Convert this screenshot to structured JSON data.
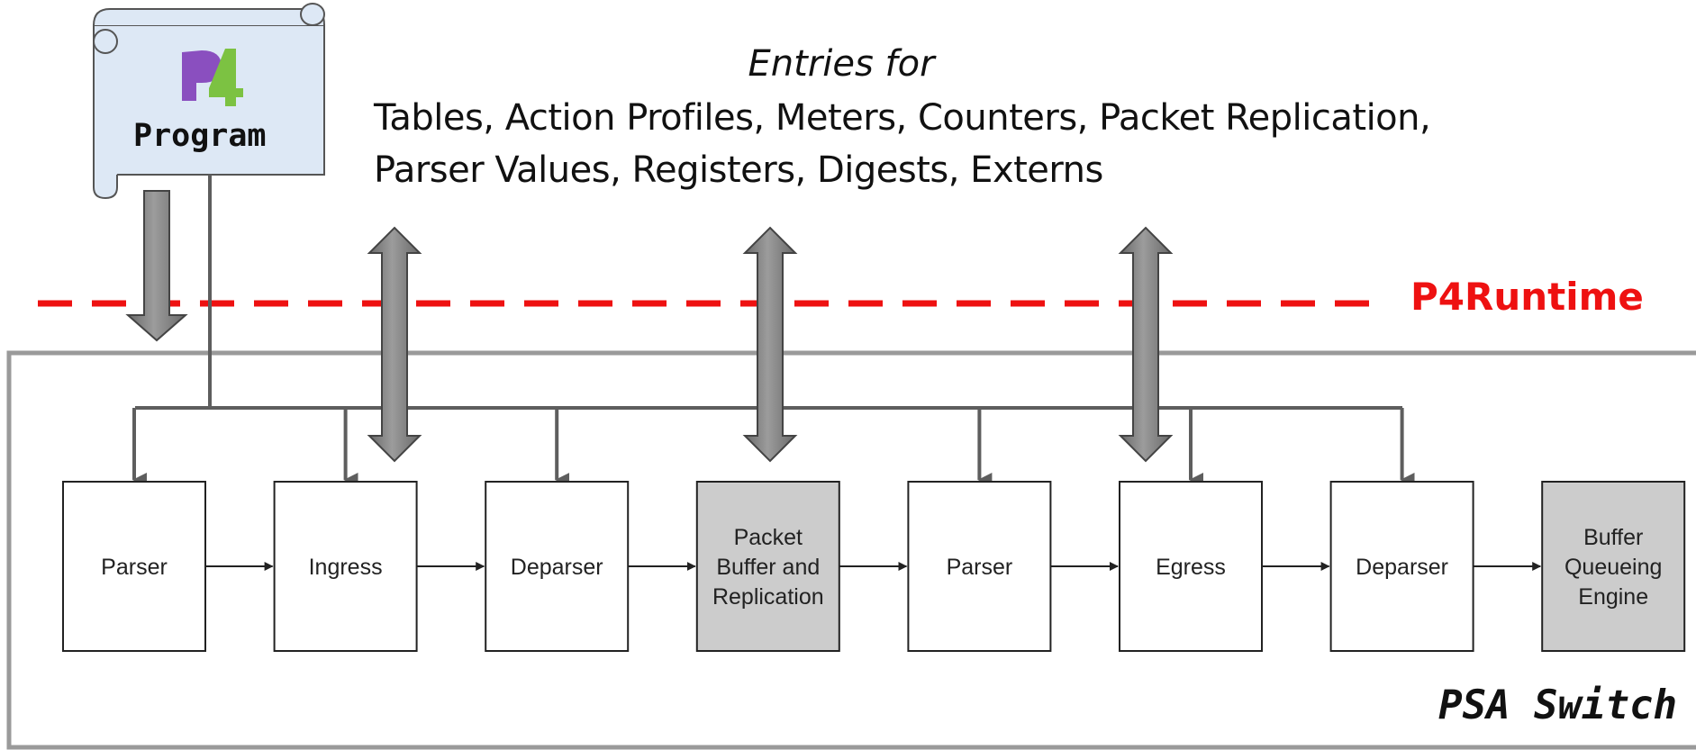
{
  "program": {
    "logo_text": "P4",
    "label": "Program"
  },
  "entries": {
    "heading": "Entries for",
    "line1": "Tables, Action Profiles, Meters, Counters, Packet Replication,",
    "line2": "Parser Values, Registers, Digests, Externs"
  },
  "runtime": {
    "label": "P4Runtime",
    "color": "#ee1111"
  },
  "switch": {
    "label": "PSA Switch",
    "border_color": "#9a9a9a"
  },
  "pipeline": {
    "stages": [
      {
        "label_lines": [
          "Parser"
        ],
        "fixed": false,
        "programmable": true
      },
      {
        "label_lines": [
          "Ingress"
        ],
        "fixed": false,
        "programmable": true
      },
      {
        "label_lines": [
          "Deparser"
        ],
        "fixed": false,
        "programmable": true
      },
      {
        "label_lines": [
          "Packet",
          "Buffer and",
          "Replication"
        ],
        "fixed": true,
        "programmable": false
      },
      {
        "label_lines": [
          "Parser"
        ],
        "fixed": false,
        "programmable": true
      },
      {
        "label_lines": [
          "Egress"
        ],
        "fixed": false,
        "programmable": true
      },
      {
        "label_lines": [
          "Deparser"
        ],
        "fixed": false,
        "programmable": true
      },
      {
        "label_lines": [
          "Buffer",
          "Queueing",
          "Engine"
        ],
        "fixed": true,
        "programmable": false
      }
    ],
    "fixed_fill": "#cccccc",
    "programmable_fill": "#ffffff"
  },
  "runtime_arrows": [
    "Ingress",
    "Packet Buffer and Replication",
    "Egress"
  ]
}
